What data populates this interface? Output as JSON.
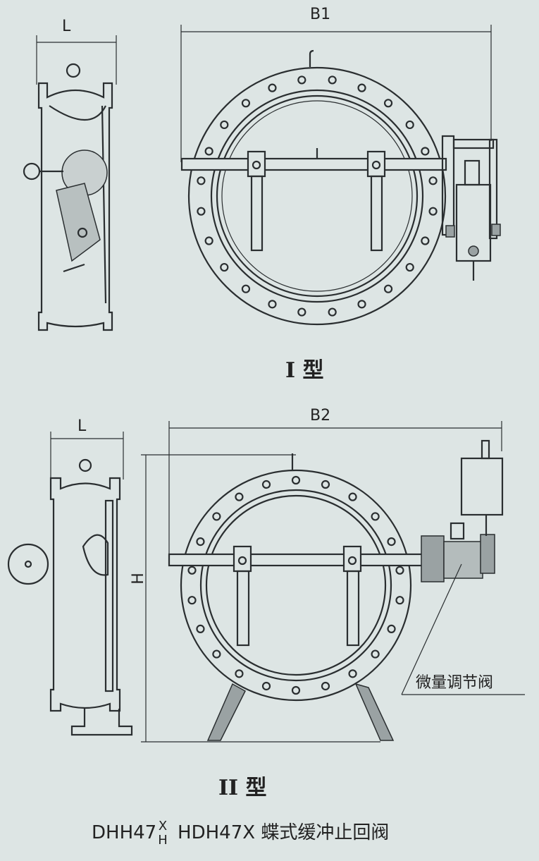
{
  "type1": {
    "dim_length": "L",
    "dim_width": "B1",
    "title": "I 型"
  },
  "type2": {
    "dim_length": "L",
    "dim_width": "B2",
    "dim_height": "H",
    "callout": "微量调节阀",
    "title": "II 型"
  },
  "caption": {
    "model_prefix": "DHH47",
    "superscript": "X",
    "subscript": "H",
    "rest": "HDH47X 蝶式缓冲止回阀"
  },
  "colors": {
    "background": "#dde5e4",
    "line": "#2a2e30"
  }
}
